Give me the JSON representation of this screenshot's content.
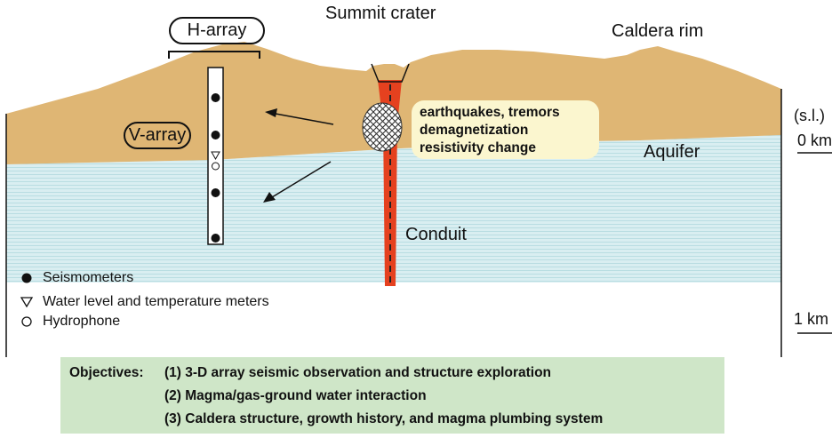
{
  "labels": {
    "summit_crater": "Summit crater",
    "caldera_rim": "Caldera rim",
    "h_array": "H-array",
    "v_array": "V-array",
    "aquifer": "Aquifer",
    "conduit": "Conduit",
    "sea_level": "(s.l.)",
    "zero_km": "0 km",
    "one_km": "1 km"
  },
  "effects": [
    "earthquakes, tremors",
    "demagnetization",
    "resistivity change"
  ],
  "legend": [
    {
      "symbol": "filled-circle",
      "label": "Seismometers"
    },
    {
      "symbol": "open-triangle",
      "label": "Water level and temperature meters"
    },
    {
      "symbol": "open-circle",
      "label": "Hydrophone"
    }
  ],
  "objectives": {
    "heading": "Objectives:",
    "items": [
      "(1) 3-D array seismic observation and structure exploration",
      "(2) Magma/gas-ground water interaction",
      "(3) Caldera structure, growth history, and magma plumbing system"
    ]
  },
  "colors": {
    "ground": "#dfb674",
    "aquifer": "#d6ecef",
    "conduit": "#e5411f",
    "effects_box": "#fbf6cf",
    "objectives_box": "#cfe6c8"
  }
}
